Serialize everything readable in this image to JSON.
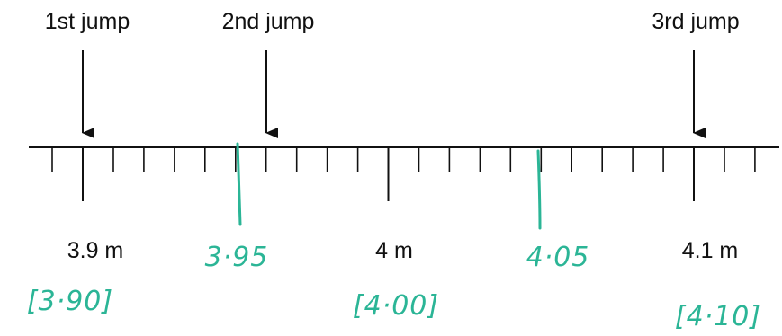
{
  "jumps": [
    {
      "label": "1st jump"
    },
    {
      "label": "2nd jump"
    },
    {
      "label": "3rd jump"
    }
  ],
  "scale_labels": [
    {
      "text": "3.9 m",
      "handwritten": "[3·90]"
    },
    {
      "text": "4 m",
      "handwritten": "[4·00]"
    },
    {
      "text": "4.1 m",
      "handwritten": "[4·10]"
    }
  ],
  "handwritten_marks": [
    {
      "text": "3·95"
    },
    {
      "text": "4·05"
    }
  ],
  "colors": {
    "ink": "#111111",
    "handwriting": "#2bb596"
  }
}
